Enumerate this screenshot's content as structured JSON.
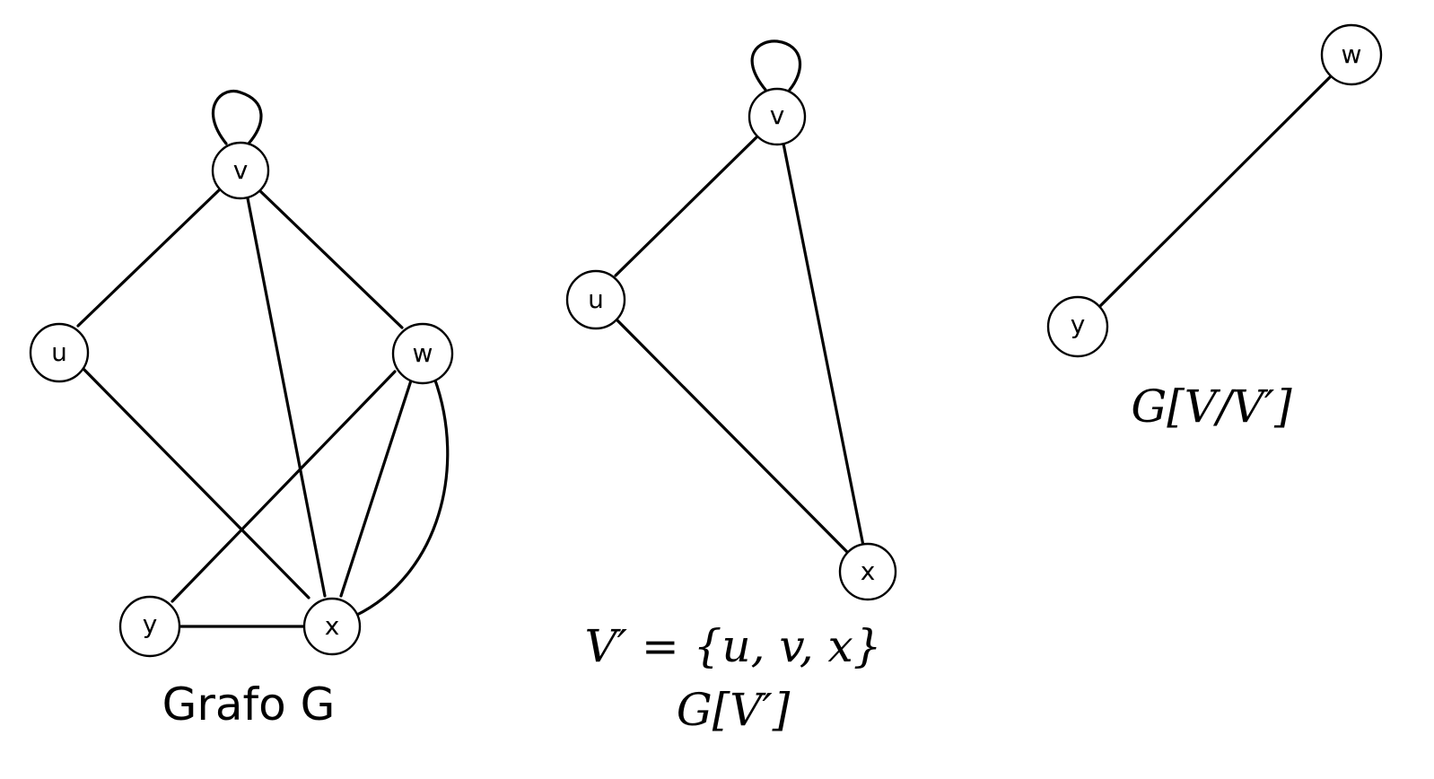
{
  "graphs": [
    {
      "id": "G",
      "caption_lines": [
        "Grafo G"
      ],
      "nodes": [
        "v",
        "u",
        "w",
        "y",
        "x"
      ]
    },
    {
      "id": "G-Vprime",
      "caption_lines": [
        "V′ = {u, v, x}",
        "G[V′]"
      ],
      "nodes": [
        "v",
        "u",
        "x"
      ]
    },
    {
      "id": "G-V-minus-Vprime",
      "caption_lines": [
        "G[V/V′]"
      ],
      "nodes": [
        "w",
        "y"
      ]
    }
  ]
}
